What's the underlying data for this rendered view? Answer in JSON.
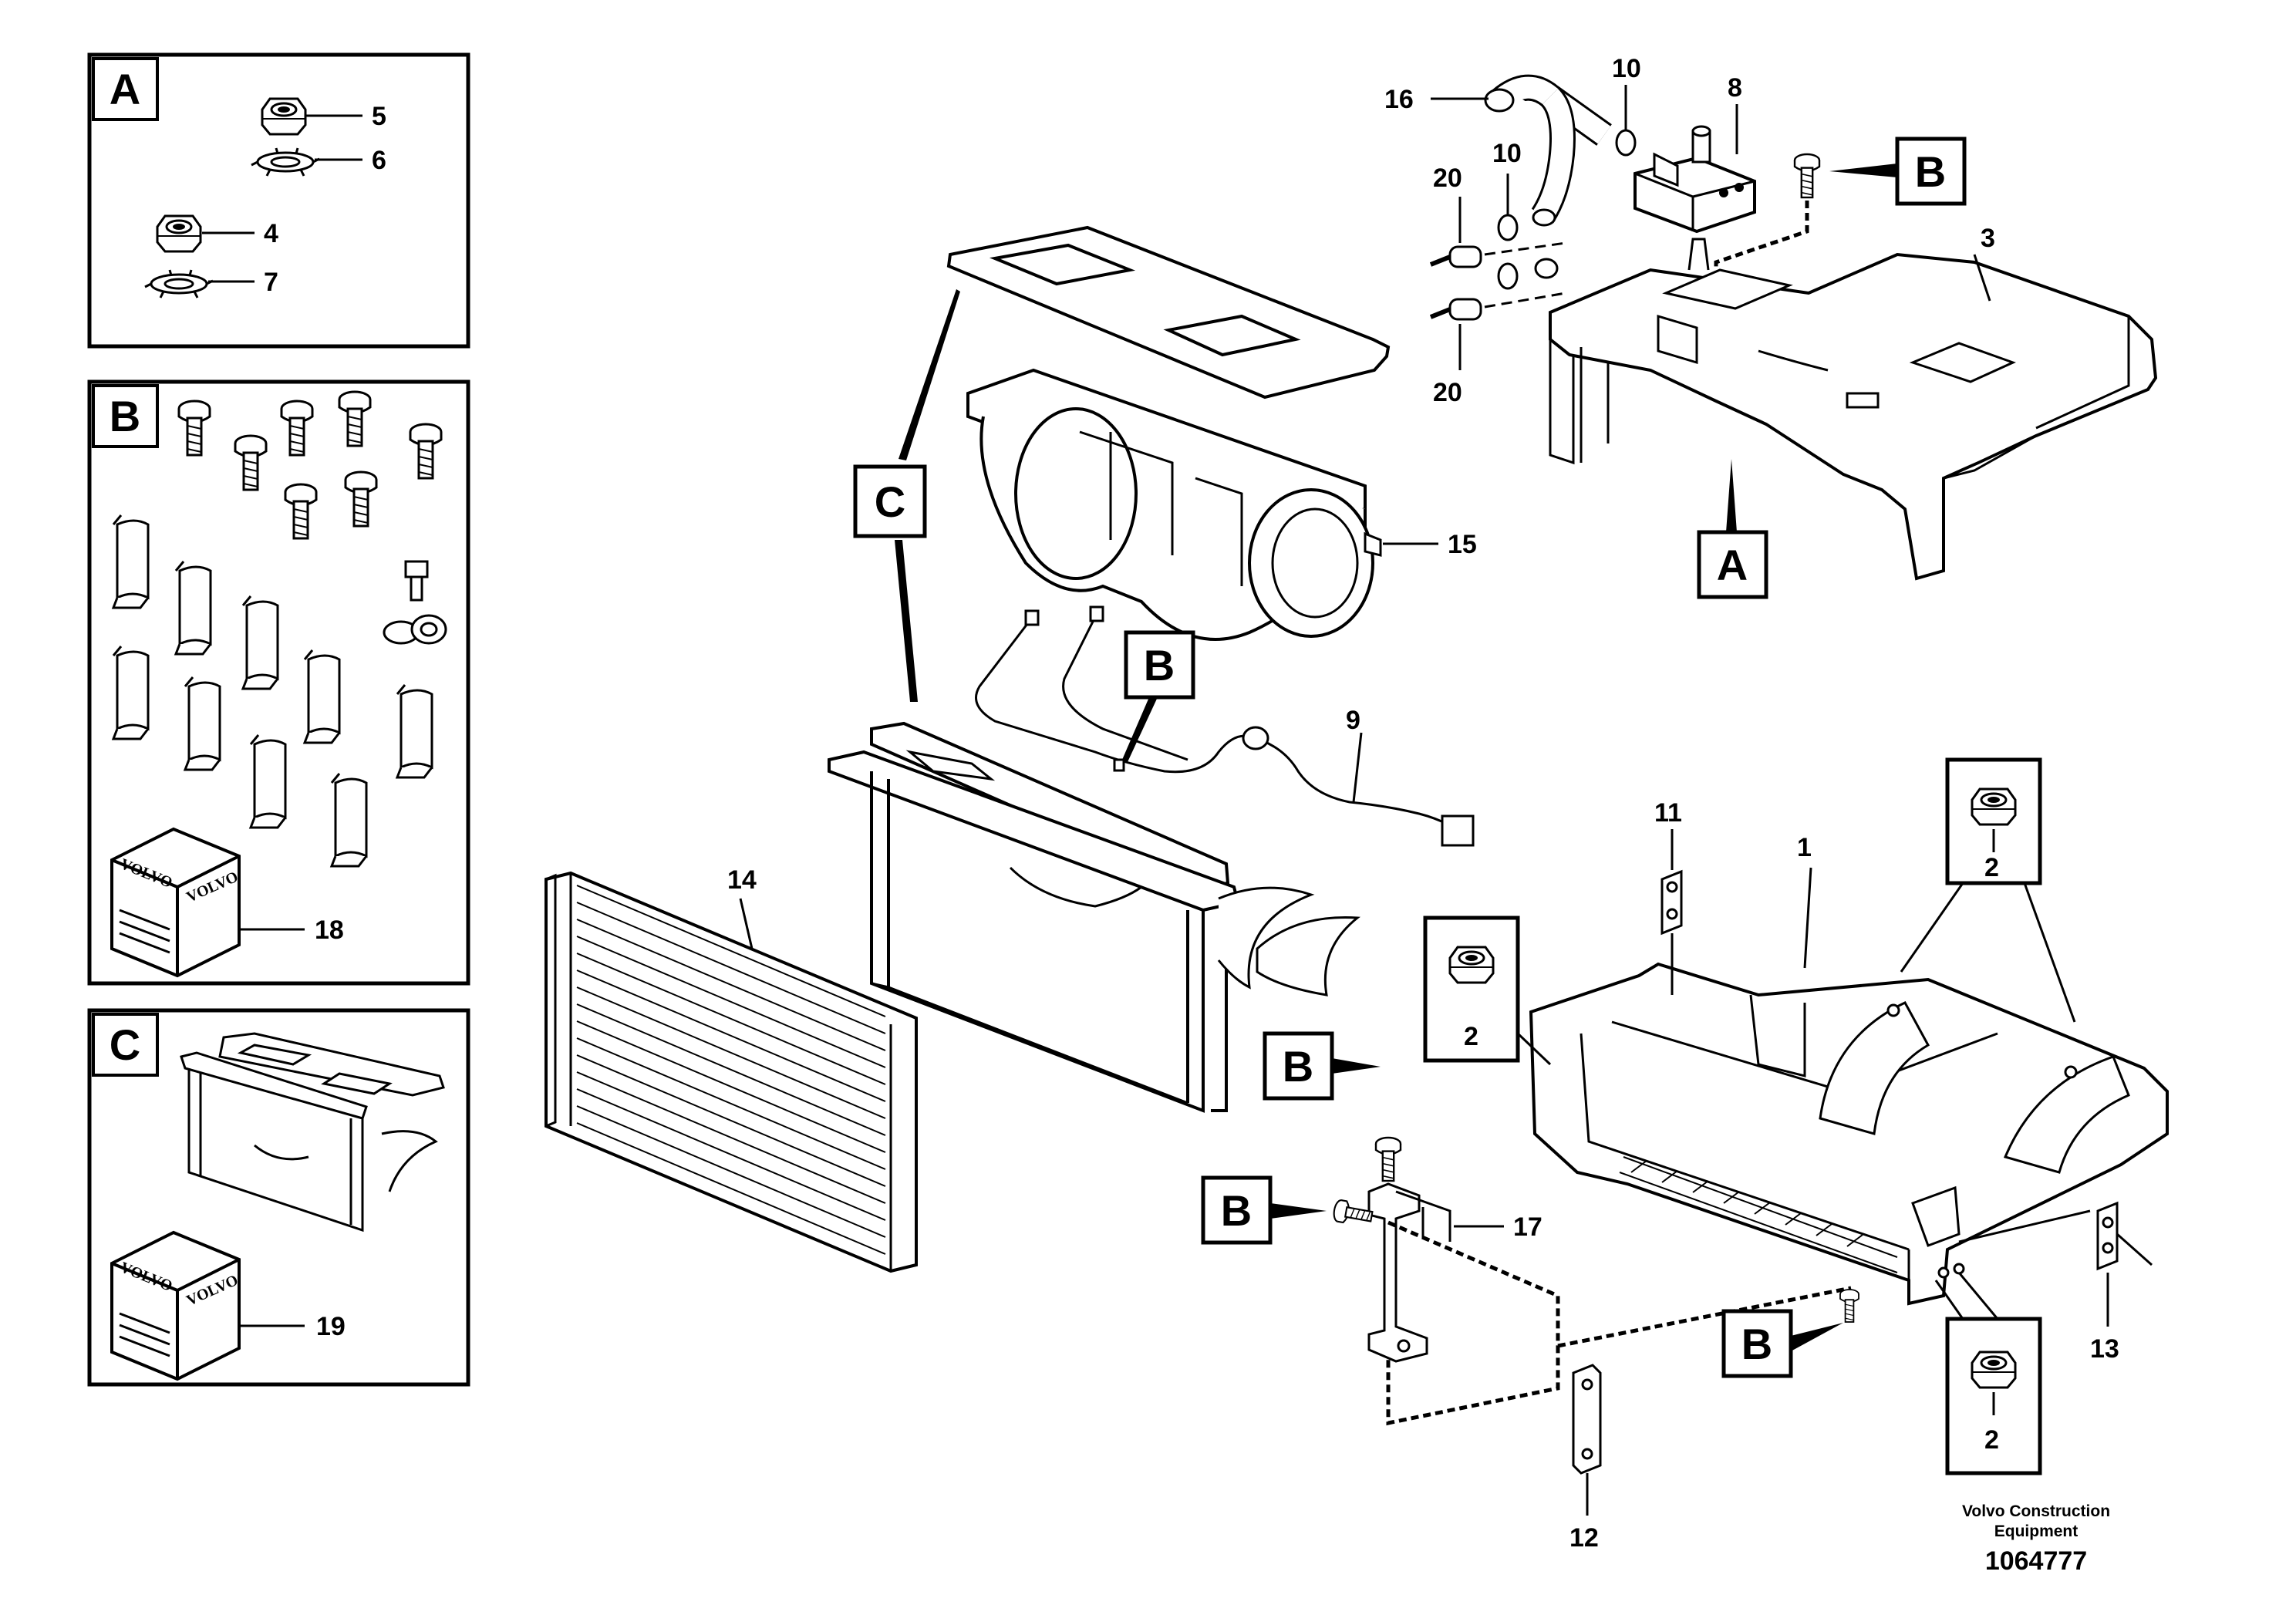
{
  "diagram": {
    "kit_panels": [
      {
        "letter": "A",
        "parts": [
          "5",
          "6",
          "4",
          "7"
        ]
      },
      {
        "letter": "B",
        "parts": [
          "18"
        ],
        "logo_text": "VOLVO"
      },
      {
        "letter": "C",
        "parts": [
          "19"
        ],
        "logo_text": "VOLVO"
      }
    ],
    "callouts": {
      "c1": "1",
      "c2a": "2",
      "c2b": "2",
      "c2c": "2",
      "c3": "3",
      "c8": "8",
      "c9": "9",
      "c10a": "10",
      "c10b": "10",
      "c11": "11",
      "c12": "12",
      "c13": "13",
      "c14": "14",
      "c15": "15",
      "c16": "16",
      "c17": "17",
      "c20a": "20",
      "c20b": "20"
    },
    "letter_tags": {
      "bTop": "B",
      "aMid": "A",
      "cMid": "C",
      "bWire": "B",
      "bScrew1": "B",
      "bScrew2": "B",
      "bScrew3": "B"
    },
    "footer": {
      "line1": "Volvo Construction",
      "line2": "Equipment",
      "doc_id": "1064777"
    }
  }
}
